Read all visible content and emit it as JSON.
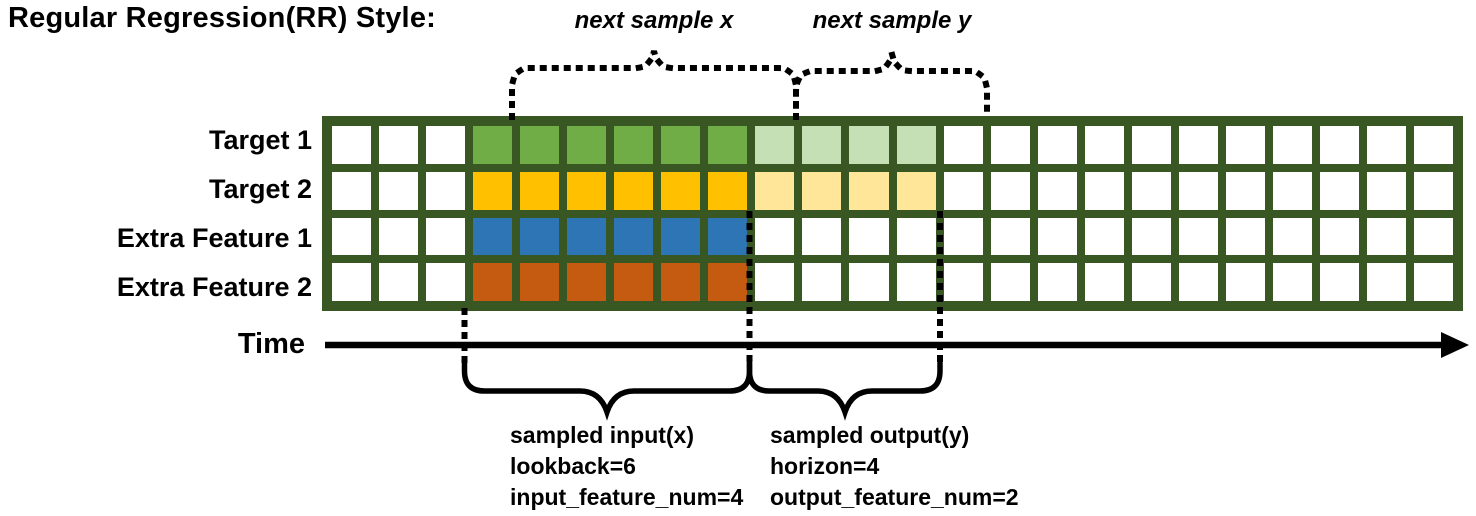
{
  "title": "Regular Regression(RR) Style:",
  "palette": {
    "grid_line": "#385723",
    "white": "#ffffff",
    "green": "#70AD47",
    "light_green": "#C5E0B4",
    "gold": "#FFC000",
    "light_gold": "#FFE699",
    "blue": "#2E75B6",
    "orange": "#C55A11",
    "ink": "#000000"
  },
  "grid": {
    "columns": 24,
    "rows": [
      {
        "label": "Target 1",
        "segments": [
          {
            "count": 3,
            "color": "white"
          },
          {
            "count": 6,
            "color": "green"
          },
          {
            "count": 4,
            "color": "light_green"
          },
          {
            "count": 11,
            "color": "white"
          }
        ]
      },
      {
        "label": "Target 2",
        "segments": [
          {
            "count": 3,
            "color": "white"
          },
          {
            "count": 6,
            "color": "gold"
          },
          {
            "count": 4,
            "color": "light_gold"
          },
          {
            "count": 11,
            "color": "white"
          }
        ]
      },
      {
        "label": "Extra Feature 1",
        "segments": [
          {
            "count": 3,
            "color": "white"
          },
          {
            "count": 6,
            "color": "blue"
          },
          {
            "count": 15,
            "color": "white"
          }
        ]
      },
      {
        "label": "Extra Feature 2",
        "segments": [
          {
            "count": 3,
            "color": "white"
          },
          {
            "count": 6,
            "color": "orange"
          },
          {
            "count": 15,
            "color": "white"
          }
        ]
      }
    ]
  },
  "axis": {
    "label": "Time"
  },
  "annotations": {
    "next_sample_x": "next sample x",
    "next_sample_y": "next sample y",
    "input": {
      "lines": [
        "sampled input(x)",
        "lookback=6",
        "input_feature_num=4"
      ]
    },
    "output": {
      "lines": [
        "sampled output(y)",
        "horizon=4",
        "output_feature_num=2"
      ]
    }
  }
}
